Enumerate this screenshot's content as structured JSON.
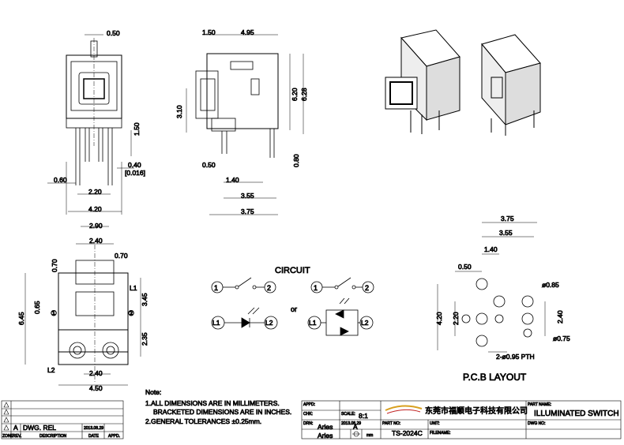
{
  "front_view": {
    "dims": {
      "top": "0.50",
      "right_a": "1.50",
      "right_b": "0.40",
      "right_c": "[0.016]",
      "left": "0.60",
      "inner": "2.20",
      "outer": "4.20"
    }
  },
  "side_view": {
    "dims": {
      "top_a": "1.50",
      "top_b": "4.95",
      "left": "3.10",
      "right_a": "6.20",
      "right_b": "6.28",
      "bottom_a": "0.50",
      "bottom_b": "1.40",
      "bottom_c": "3.55",
      "bottom_d": "3.75",
      "lead": "0.80"
    }
  },
  "bottom_view": {
    "dims": {
      "top_a": "2.90",
      "top_b": "2.40",
      "top_c": "0.70",
      "left_a": "0.70",
      "left_b": "0.65",
      "left_c": "6.45",
      "right_a": "3.45",
      "right_b": "2.35",
      "bottom_a": "2.40",
      "bottom_b": "4.50"
    },
    "labels": {
      "l1": "L1",
      "l2": "L2",
      "p1": "①",
      "p2": "②"
    }
  },
  "circuit": {
    "title": "CIRCUIT",
    "or": "or",
    "p1": "1",
    "p2": "2",
    "l1": "L1",
    "l2": "L2"
  },
  "pcb": {
    "title": "P.C.B  LAYOUT",
    "dims": {
      "top_a": "3.75",
      "top_b": "3.55",
      "top_c": "1.40",
      "top_d": "0.50",
      "left_a": "4.20",
      "left_b": "2.20",
      "right_a": "2.40",
      "hole_a": "ø0.85",
      "hole_b": "ø0.75",
      "pth": "2-ø0.95 PTH"
    }
  },
  "notes": {
    "title": "Note:",
    "line1": "1.ALL DIMENSIONS ARE IN MILLIMETERS.",
    "line2": "BRACKETED DIMENSIONS ARE IN INCHES.",
    "line3": "2.GENERAL TOLERANCES ±0.25mm."
  },
  "revision_block": {
    "rev": "A",
    "desc": "DWG. REL",
    "date": "2013.08.29",
    "headers": {
      "zone": "ZONE",
      "rev": "REV.",
      "description": "DESCRIPTION",
      "date": "DATE",
      "appd": "APPD."
    }
  },
  "title_block": {
    "company": "东莞市福顺电子科技有限公司",
    "part_name_label": "PART NAME:",
    "part_name": "ILLUMINATED SWITCH",
    "appd_label": "APPD:",
    "drawn_label": "DRN:",
    "checked_label": "CHK:",
    "drawn_by": "Aries",
    "checked_by": "Aries",
    "scale_label": "SCALE:",
    "scale": "8:1",
    "size": "A",
    "part_no_label": "PART NO:",
    "part_no": "TS-2024C",
    "dwg_no_label": "DWG NO:",
    "unit_label": "UNIT:",
    "unit": "mm",
    "date": "2013.08.29",
    "fil_label": "FILENAME:"
  }
}
